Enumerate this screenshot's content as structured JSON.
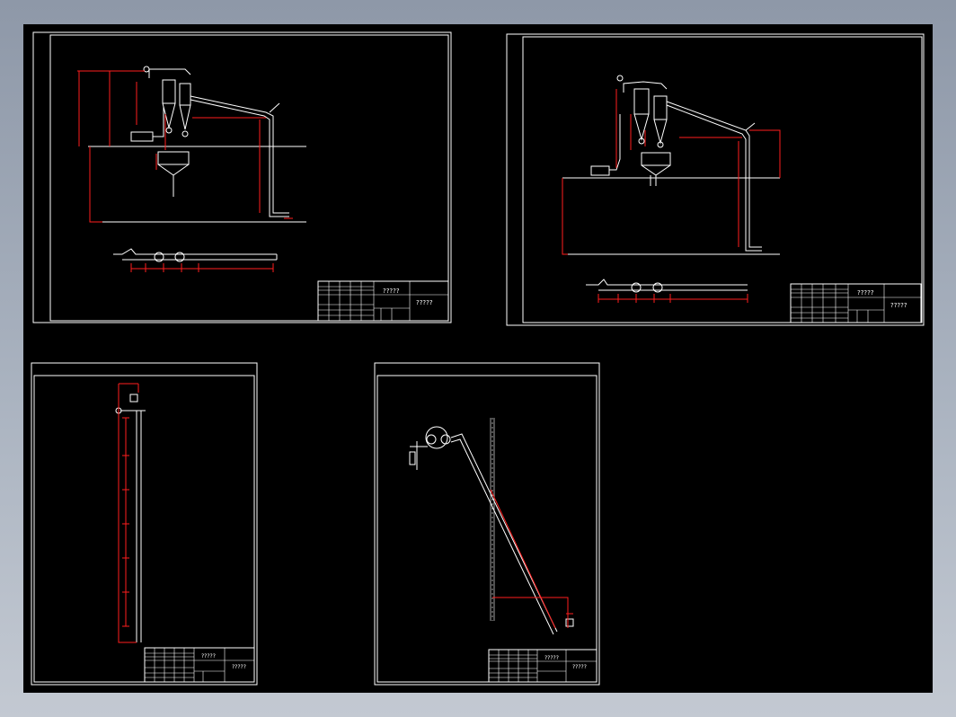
{
  "app": {
    "name": "CAD drawing viewer",
    "background_color": "#000000",
    "frame_color": "#ffffff",
    "dimension_color": "#ff1e1e",
    "window_gradient": [
      "#8e98a8",
      "#c3c9d2"
    ]
  },
  "sheets": [
    {
      "id": "sheet-1",
      "title_block": {
        "drawing_name": "?????",
        "drawing_number": "?????"
      }
    },
    {
      "id": "sheet-2",
      "title_block": {
        "drawing_name": "?????",
        "drawing_number": "?????"
      }
    },
    {
      "id": "sheet-3",
      "title_block": {
        "drawing_name": "?????",
        "drawing_number": "?????"
      }
    },
    {
      "id": "sheet-4",
      "title_block": {
        "drawing_name": "?????",
        "drawing_number": "?????"
      }
    }
  ]
}
